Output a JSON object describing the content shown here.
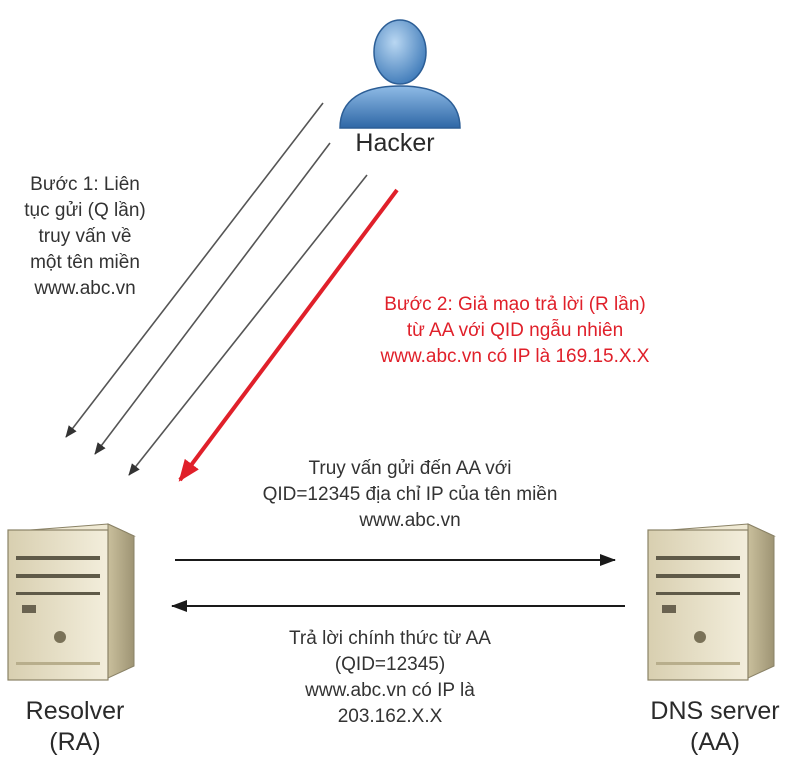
{
  "actors": {
    "hacker": "Hacker",
    "resolver_name": "Resolver",
    "resolver_code": "(RA)",
    "dns_name": "DNS server",
    "dns_code": "(AA)"
  },
  "steps": {
    "step1": [
      "Bước 1: Liên",
      "tục gửi (Q lần)",
      "truy vấn về",
      "một tên miền",
      "www.abc.vn"
    ],
    "step2": [
      "Bước 2: Giả mạo trả lời (R lần)",
      "từ AA với QID ngẫu nhiên",
      "www.abc.vn có IP là 169.15.X.X"
    ],
    "query": [
      "Truy vấn gửi đến AA với",
      "QID=12345 địa chỉ IP của tên miền",
      "www.abc.vn"
    ],
    "reply": [
      "Trả lời chính thức từ AA",
      "(QID=12345)",
      "www.abc.vn có IP là",
      "203.162.X.X"
    ]
  },
  "colors": {
    "attack": "#e0202a",
    "arrow": "#333333"
  }
}
